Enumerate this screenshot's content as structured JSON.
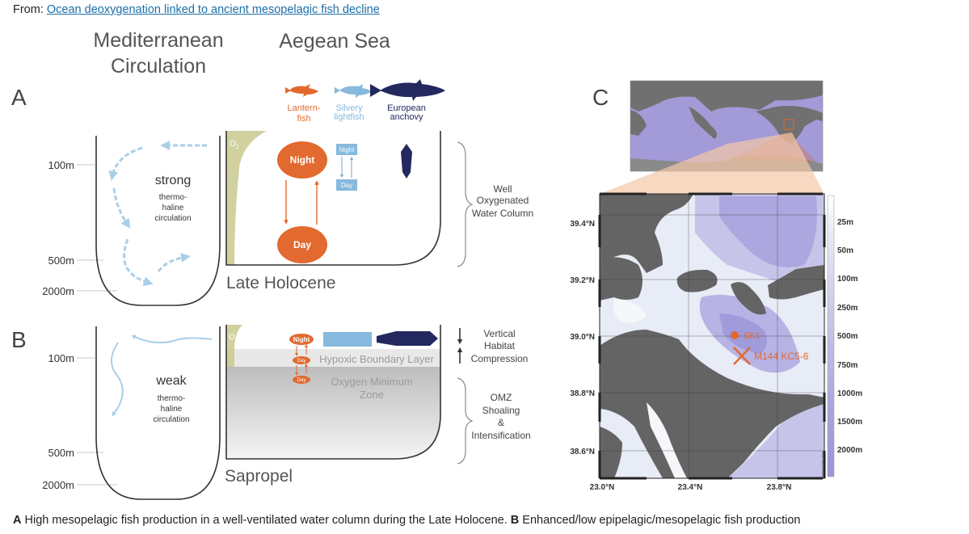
{
  "header": {
    "from_label": "From:",
    "article_link": "Ocean deoxygenation linked to ancient mesopelagic fish decline"
  },
  "figure": {
    "col_med_line1": "Mediterranean",
    "col_med_line2": "Circulation",
    "col_aegean": "Aegean Sea",
    "panel_a": "A",
    "panel_b": "B",
    "panel_c": "C",
    "fish": {
      "lantern_line1": "Lantern-",
      "lantern_line2": "fish",
      "silvery_line1": "Silvery",
      "silvery_line2": "lightfish",
      "anchovy_line1": "European",
      "anchovy_line2": "anchovy"
    },
    "colors": {
      "lanternfish": "#e2692f",
      "silvery": "#86b9dd",
      "anchovy": "#23285f",
      "oxygen": "#c9c98f",
      "arrow": "#a9cfe8"
    },
    "depths": {
      "d100": "100m",
      "d500": "500m",
      "d2000": "2000m"
    },
    "a": {
      "circ_strength": "strong",
      "circ_l1": "thermo-",
      "circ_l2": "haline",
      "circ_l3": "circulation",
      "o2": "O",
      "o2_sub": "2",
      "night": "Night",
      "day": "Day",
      "period": "Late Holocene",
      "right_l1": "Well",
      "right_l2": "Oxygenated",
      "right_l3": "Water Column"
    },
    "b": {
      "circ_strength": "weak",
      "circ_l1": "thermo-",
      "circ_l2": "haline",
      "circ_l3": "circulation",
      "o2": "O",
      "o2_sub": "2",
      "night": "Night",
      "day": "Day",
      "hbl": "Hypoxic Boundary Layer",
      "omz_l1": "Oxygen Minimum",
      "omz_l2": "Zone",
      "period": "Sapropel",
      "vhc_l1": "Vertical",
      "vhc_l2": "Habitat",
      "vhc_l3": "Compression",
      "omz_r1": "OMZ",
      "omz_r2": "Shoaling",
      "omz_r3": "&",
      "omz_r4": "Intensification"
    },
    "c": {
      "lat_labels": [
        "39.4°N",
        "39.2°N",
        "39.0°N",
        "38.8°N",
        "38.6°N"
      ],
      "lon_labels": [
        "23.0°N",
        "23.4°N",
        "23.8°N"
      ],
      "station1": "SK1",
      "station2": "M144 KC5-6",
      "scale_labels": [
        "25m",
        "50m",
        "100m",
        "250m",
        "500m",
        "750m",
        "1000m",
        "1500m",
        "2000m"
      ],
      "credit": "Ocean Data View"
    }
  },
  "caption": {
    "a_label": "A",
    "a_text": " High mesopelagic fish production in a well-ventilated water column during the Late Holocene. ",
    "b_label": "B",
    "b_text": " Enhanced/low epipelagic/mesopelagic fish production"
  }
}
